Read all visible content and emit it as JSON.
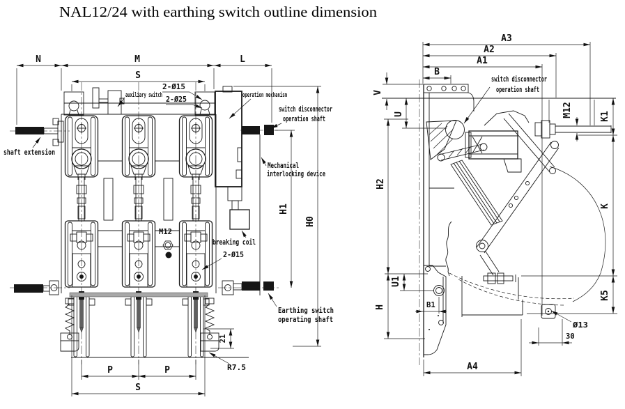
{
  "title": "NAL12/24 with earthing switch outline dimension",
  "left_view": {
    "dim_n": "N",
    "dim_m": "M",
    "dim_l": "L",
    "dim_s_top": "S",
    "holes_top_small": "2-Ø15",
    "holes_top_large": "2-Ø25",
    "auxiliary_switch": "auxiliary switch",
    "operation_mechanism": "operation mechanism",
    "switch_disconnector_line1": "switch disconnector",
    "switch_disconnector_line2": "operation shaft",
    "mechanical_interlock_line1": "Mechanical",
    "mechanical_interlock_line2": "interlocking device",
    "shaft_extension": "shaft extension",
    "dim_h1": "H1",
    "dim_h0": "H0",
    "thread_m12": "M12",
    "breaking_coil": "breaking coil",
    "holes_bottom": "2-Ø15",
    "earthing_line1": "Earthing switch",
    "earthing_line2": "operating shaft",
    "dim_21": "21",
    "radius_r75": "R7.5",
    "dim_p1": "P",
    "dim_p2": "P",
    "dim_s_bottom": "S"
  },
  "right_view": {
    "dim_a3": "A3",
    "dim_a2": "A2",
    "dim_a1": "A1",
    "dim_b": "B",
    "switch_disconnector_line1": "switch disconnector",
    "switch_disconnector_line2": "operation shaft",
    "dim_v": "V",
    "dim_u": "U",
    "thread_m12": "M12",
    "dim_k1": "K1",
    "dim_h2": "H2",
    "dim_k": "K",
    "dim_u1": "U1",
    "dim_h": "H",
    "dim_b1": "B1",
    "dim_k5": "K5",
    "hole_d13": "Ø13",
    "dim_30": "30",
    "dim_a4": "A4"
  }
}
